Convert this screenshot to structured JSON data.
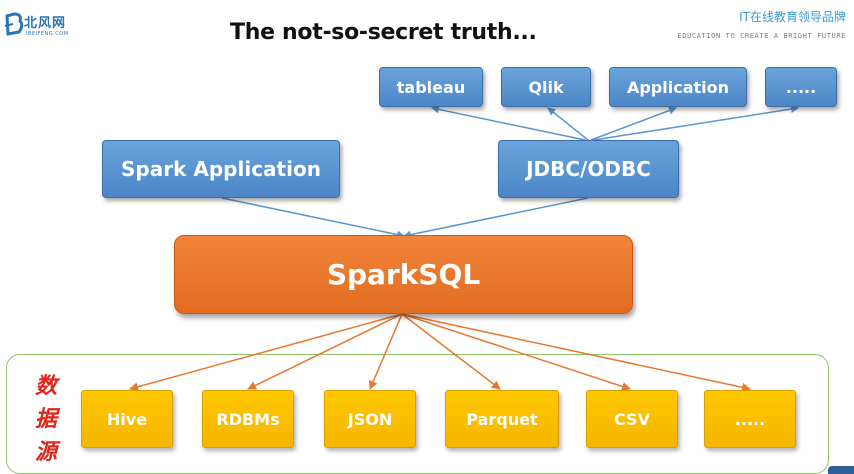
{
  "header": {
    "logo_text": "北风网",
    "logo_subtext": "IBEIFENG.COM",
    "brand_cn": "IT在线教育领导品牌",
    "brand_en": "EDUCATION TO CREATE A BRIGHT FUTURE"
  },
  "title": "The not-so-secret truth...",
  "bi_tools": [
    "tableau",
    "Qlik",
    "Application",
    "....."
  ],
  "middle": {
    "spark_application": "Spark Application",
    "jdbc_odbc": "JDBC/ODBC"
  },
  "core": "SparkSQL",
  "data_sources_label": [
    "数",
    "据",
    "源"
  ],
  "data_sources": [
    "Hive",
    "RDBMs",
    "JSON",
    "Parquet",
    "CSV",
    "....."
  ],
  "colors": {
    "blue_box": "#5b95d2",
    "core_orange": "#e8782e",
    "source_yellow": "#ffc000",
    "group_border": "#8fc56a",
    "label_red": "#e0251b"
  }
}
